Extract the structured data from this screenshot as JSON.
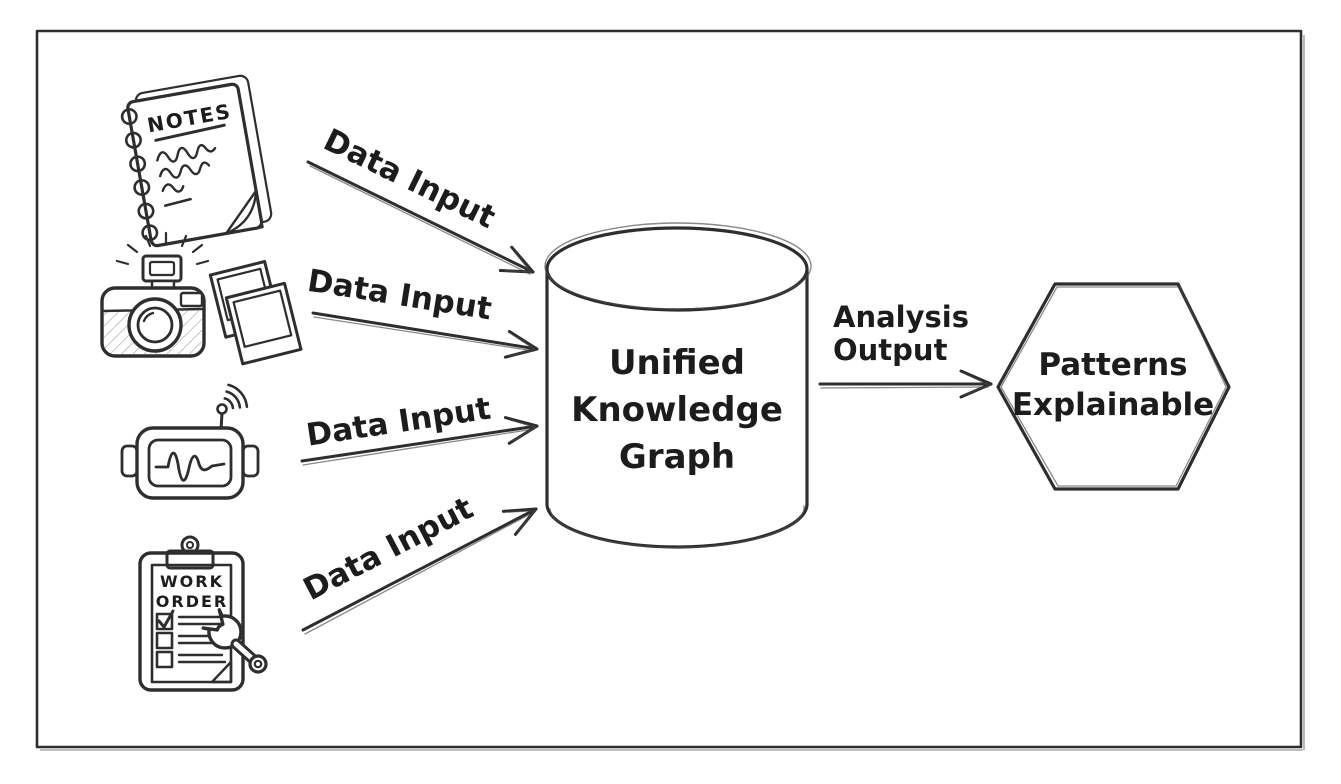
{
  "diagram": {
    "kind": "hand-drawn knowledge-graph flow diagram",
    "colors": {
      "ink": "#2e2e2e",
      "background": "#ffffff"
    },
    "sources": {
      "notes": {
        "icon": "notebook-icon",
        "title": "NOTES"
      },
      "camera": {
        "icon": "camera-photos-icon"
      },
      "sensor": {
        "icon": "wireless-sensor-icon"
      },
      "work_order": {
        "icon": "work-order-clipboard-icon",
        "line1": "WORK",
        "line2": "ORDER",
        "checklist": [
          {
            "checked": true
          },
          {
            "checked": false
          },
          {
            "checked": false
          }
        ]
      }
    },
    "arrows": {
      "inputs": [
        {
          "label": "Data Input"
        },
        {
          "label": "Data Input"
        },
        {
          "label": "Data Input"
        },
        {
          "label": "Data Input"
        }
      ],
      "output": {
        "line1": "Analysis",
        "line2": "Output"
      }
    },
    "central_node": {
      "shape": "cylinder",
      "line1": "Unified",
      "line2": "Knowledge",
      "line3": "Graph"
    },
    "output_node": {
      "shape": "hexagon",
      "line1": "Patterns",
      "line2": "Explainable"
    }
  }
}
